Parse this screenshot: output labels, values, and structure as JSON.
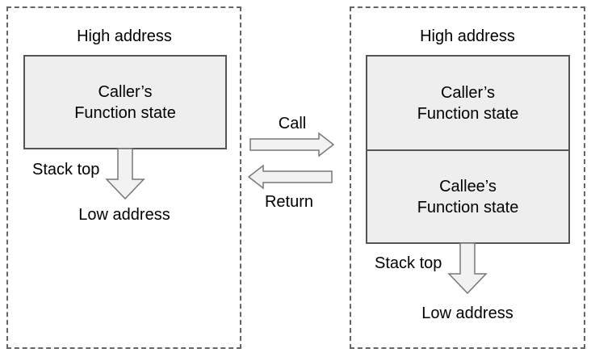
{
  "left_panel": {
    "high_label": "High address",
    "caller_line1": "Caller’s",
    "caller_line2": "Function state",
    "stack_top_label": "Stack top",
    "low_label": "Low address"
  },
  "middle": {
    "call_label": "Call",
    "return_label": "Return"
  },
  "right_panel": {
    "high_label": "High address",
    "caller_line1": "Caller’s",
    "caller_line2": "Function state",
    "callee_line1": "Callee’s",
    "callee_line2": "Function state",
    "stack_top_label": "Stack top",
    "low_label": "Low address"
  },
  "colors": {
    "box_fill": "#eeeeee",
    "box_border": "#555555",
    "dash_border": "#666666",
    "arrow_fill": "#f2f2f2",
    "arrow_stroke": "#777777"
  }
}
